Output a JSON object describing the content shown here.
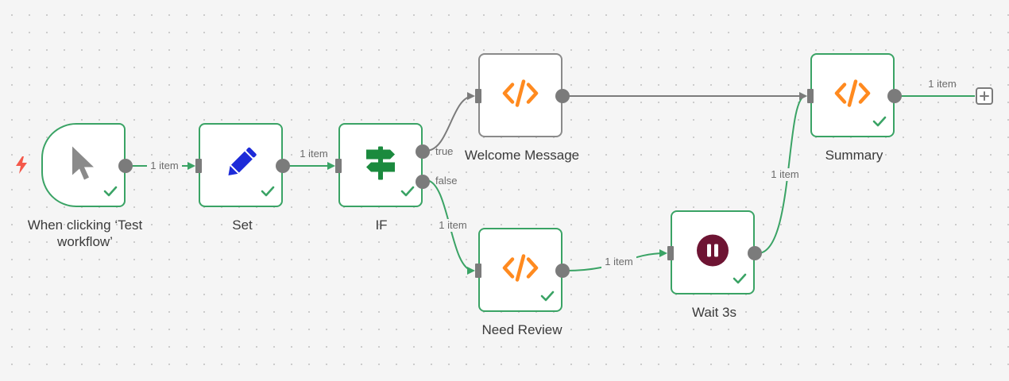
{
  "workflow": {
    "nodes": [
      {
        "id": "trigger",
        "label": "When clicking ‘Test workflow’",
        "icon": "cursor-icon",
        "status": "success"
      },
      {
        "id": "set",
        "label": "Set",
        "icon": "pencil-icon",
        "status": "success"
      },
      {
        "id": "if",
        "label": "IF",
        "icon": "signpost-icon",
        "status": "success"
      },
      {
        "id": "welcome",
        "label": "Welcome Message",
        "icon": "code-icon",
        "status": "none"
      },
      {
        "id": "need_review",
        "label": "Need Review",
        "icon": "code-icon",
        "status": "success"
      },
      {
        "id": "wait",
        "label": "Wait 3s",
        "icon": "pause-icon",
        "status": "success"
      },
      {
        "id": "summary",
        "label": "Summary",
        "icon": "code-icon",
        "status": "success"
      }
    ],
    "edges": [
      {
        "from": "trigger",
        "to": "set",
        "label": "1 item"
      },
      {
        "from": "set",
        "to": "if",
        "label": "1 item"
      },
      {
        "from": "if",
        "output": "true",
        "to": "welcome",
        "label": ""
      },
      {
        "from": "if",
        "output": "false",
        "to": "need_review",
        "label": "1 item"
      },
      {
        "from": "need_review",
        "to": "wait",
        "label": "1 item"
      },
      {
        "from": "wait",
        "to": "summary",
        "label": "1 item"
      },
      {
        "from": "welcome",
        "to": "summary",
        "label": ""
      },
      {
        "from": "summary",
        "to": "add-node",
        "label": "1 item"
      }
    ],
    "if_outputs": {
      "true": "true",
      "false": "false"
    }
  },
  "colors": {
    "success": "#3aa365",
    "inactive": "#8a8a8a",
    "code": "#ff8a1f",
    "pencil": "#1d2bd8",
    "signpost": "#1b8a3e",
    "pause_bg": "#6e1433",
    "trigger_bolt": "#f4584a"
  }
}
